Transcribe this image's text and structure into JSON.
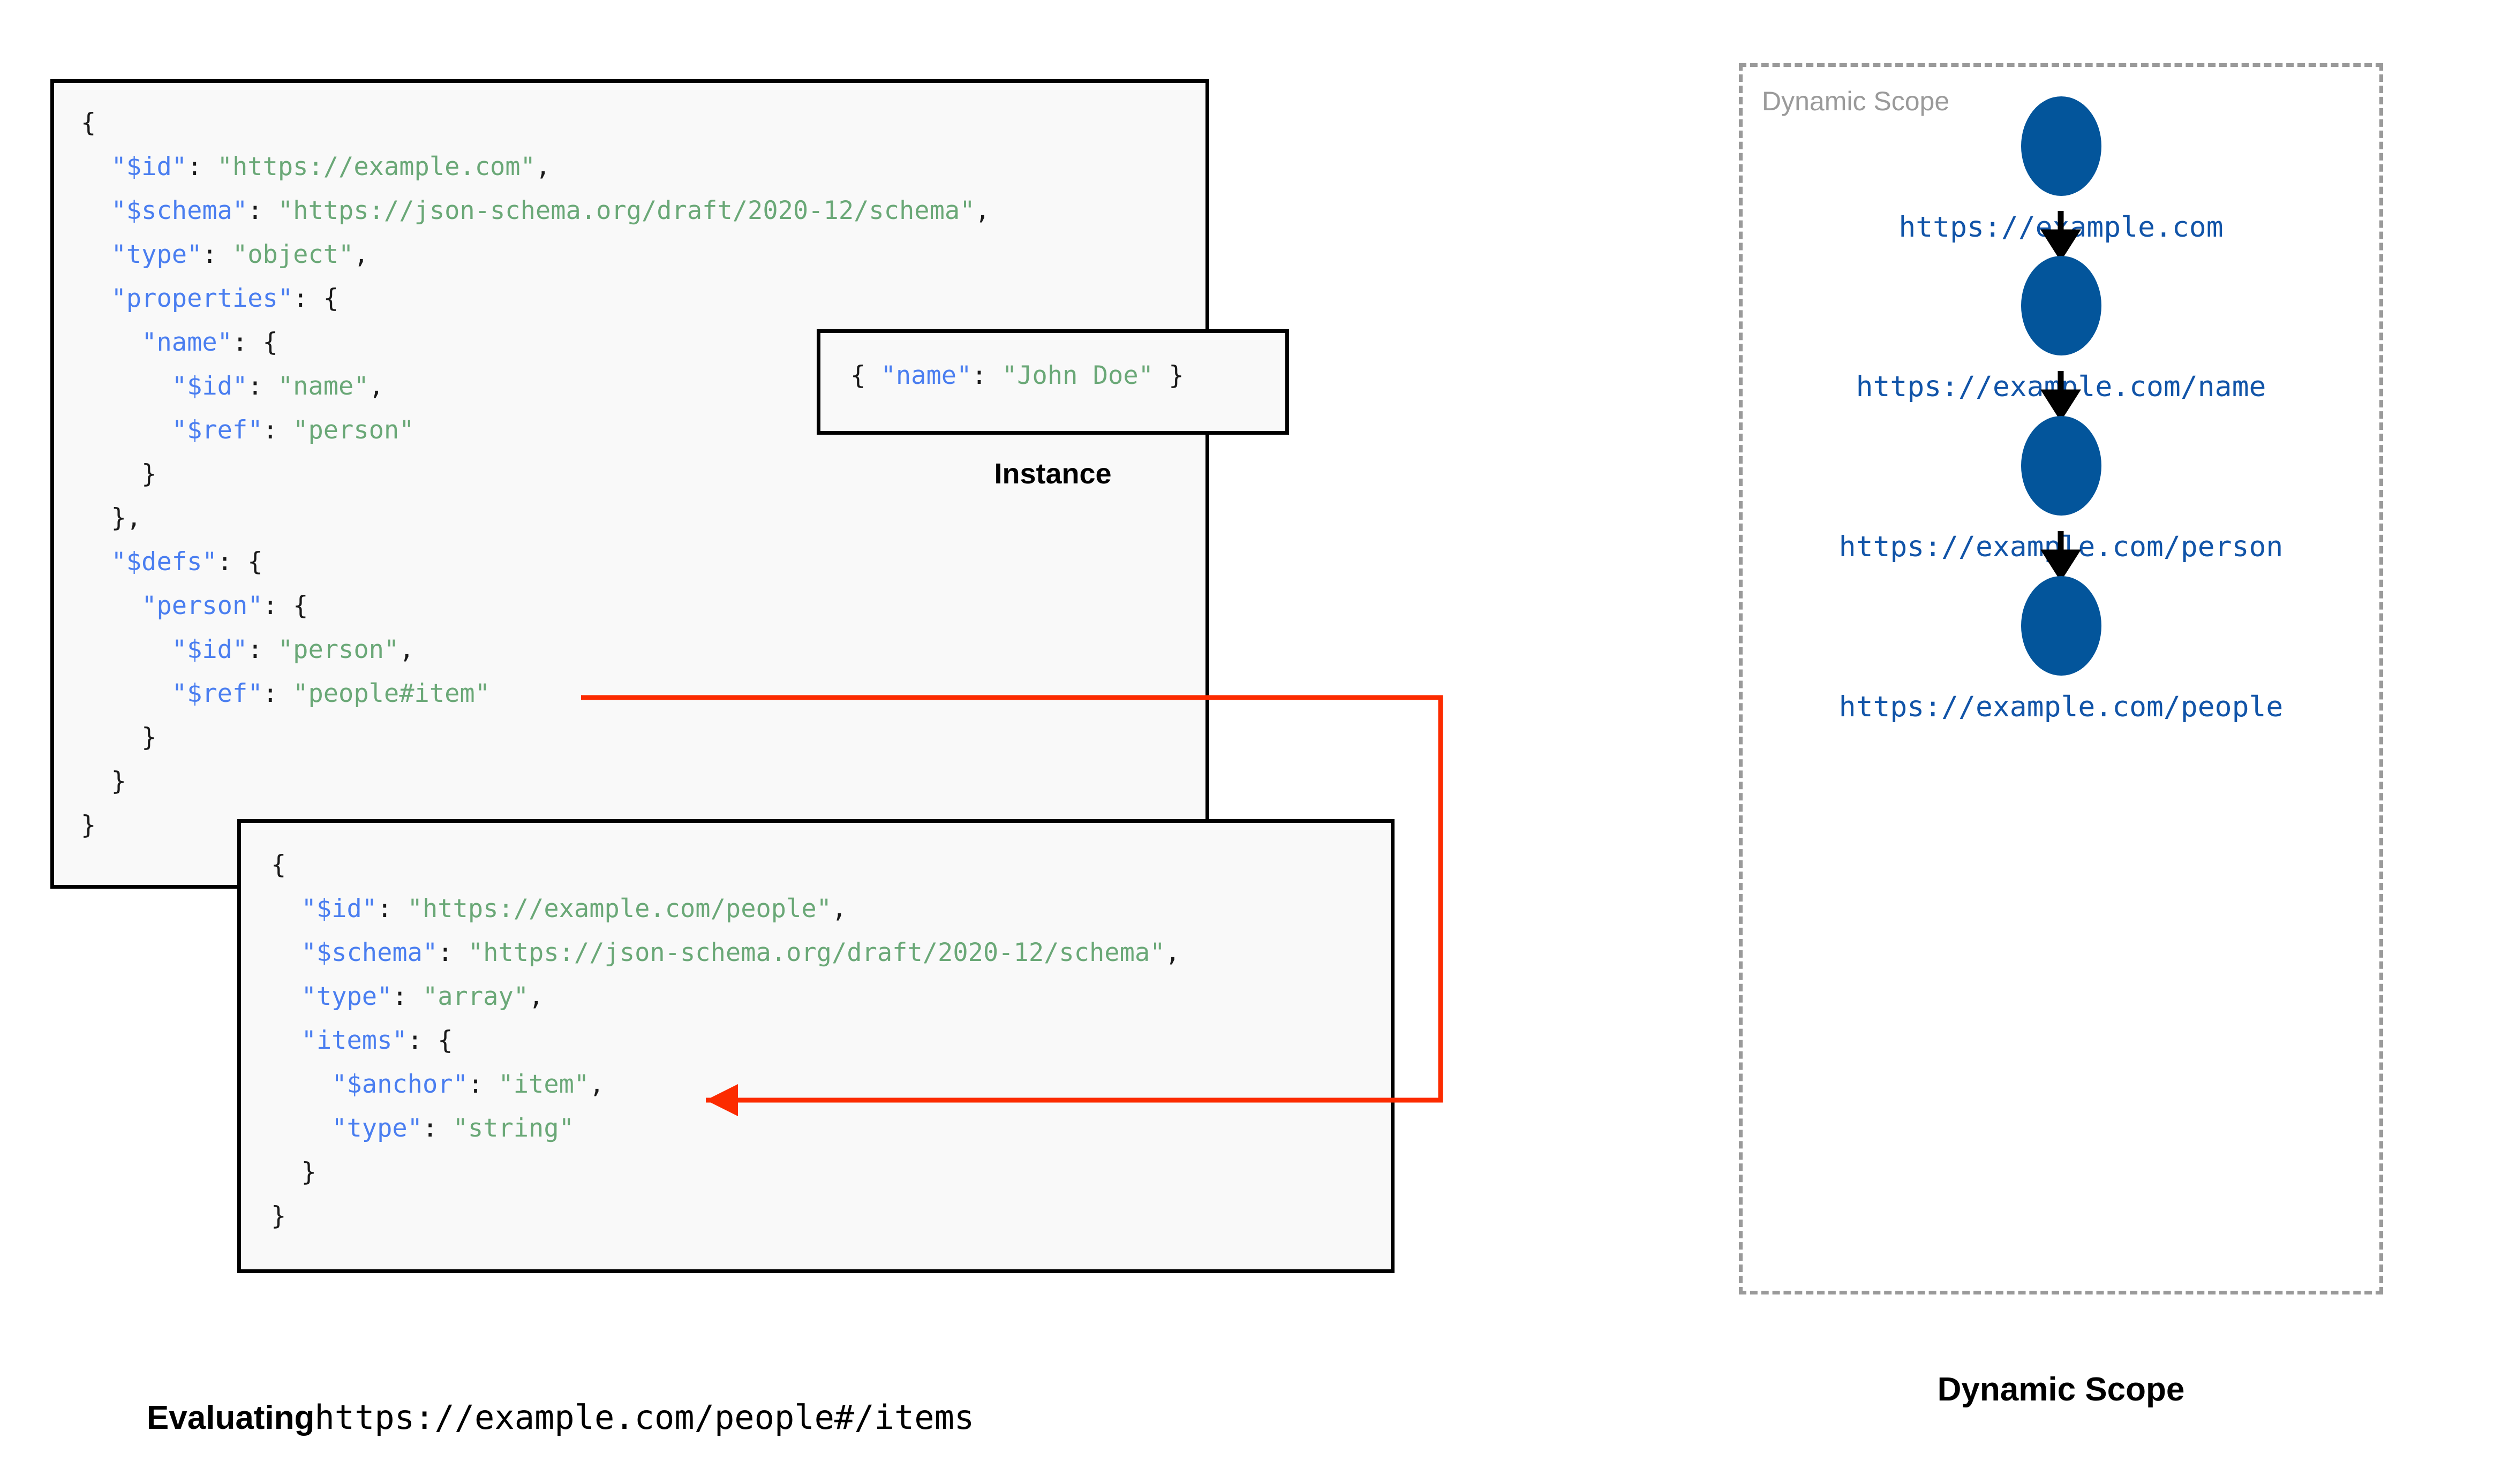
{
  "diagram": {
    "title_left": "Evaluating https://example.com/people#/items",
    "title_right": "Dynamic Scope"
  },
  "schema_box": {
    "name": "root-schema",
    "lines": [
      {
        "indent": 0,
        "parts": [
          {
            "t": "{",
            "c": "p"
          }
        ]
      },
      {
        "indent": 1,
        "parts": [
          {
            "t": "\"$id\"",
            "c": "k"
          },
          {
            "t": ": ",
            "c": "p"
          },
          {
            "t": "\"https://example.com\"",
            "c": "s"
          },
          {
            "t": ",",
            "c": "p"
          }
        ]
      },
      {
        "indent": 1,
        "parts": [
          {
            "t": "\"$schema\"",
            "c": "k"
          },
          {
            "t": ": ",
            "c": "p"
          },
          {
            "t": "\"https://json-schema.org/draft/2020-12/schema\"",
            "c": "s"
          },
          {
            "t": ",",
            "c": "p"
          }
        ]
      },
      {
        "indent": 1,
        "parts": [
          {
            "t": "\"type\"",
            "c": "k"
          },
          {
            "t": ": ",
            "c": "p"
          },
          {
            "t": "\"object\"",
            "c": "s"
          },
          {
            "t": ",",
            "c": "p"
          }
        ]
      },
      {
        "indent": 1,
        "parts": [
          {
            "t": "\"properties\"",
            "c": "k"
          },
          {
            "t": ": {",
            "c": "p"
          }
        ]
      },
      {
        "indent": 2,
        "parts": [
          {
            "t": "\"name\"",
            "c": "k"
          },
          {
            "t": ": {",
            "c": "p"
          }
        ]
      },
      {
        "indent": 3,
        "parts": [
          {
            "t": "\"$id\"",
            "c": "k"
          },
          {
            "t": ": ",
            "c": "p"
          },
          {
            "t": "\"name\"",
            "c": "s"
          },
          {
            "t": ",",
            "c": "p"
          }
        ]
      },
      {
        "indent": 3,
        "parts": [
          {
            "t": "\"$ref\"",
            "c": "k"
          },
          {
            "t": ": ",
            "c": "p"
          },
          {
            "t": "\"person\"",
            "c": "s"
          }
        ]
      },
      {
        "indent": 2,
        "parts": [
          {
            "t": "}",
            "c": "p"
          }
        ]
      },
      {
        "indent": 1,
        "parts": [
          {
            "t": "},",
            "c": "p"
          }
        ]
      },
      {
        "indent": 1,
        "parts": [
          {
            "t": "\"$defs\"",
            "c": "k"
          },
          {
            "t": ": {",
            "c": "p"
          }
        ]
      },
      {
        "indent": 2,
        "parts": [
          {
            "t": "\"person\"",
            "c": "k"
          },
          {
            "t": ": {",
            "c": "p"
          }
        ]
      },
      {
        "indent": 3,
        "parts": [
          {
            "t": "\"$id\"",
            "c": "k"
          },
          {
            "t": ": ",
            "c": "p"
          },
          {
            "t": "\"person\"",
            "c": "s"
          },
          {
            "t": ",",
            "c": "p"
          }
        ]
      },
      {
        "indent": 3,
        "parts": [
          {
            "t": "\"$ref\"",
            "c": "k"
          },
          {
            "t": ": ",
            "c": "p"
          },
          {
            "t": "\"people#item\"",
            "c": "s"
          }
        ]
      },
      {
        "indent": 2,
        "parts": [
          {
            "t": "}",
            "c": "p"
          }
        ]
      },
      {
        "indent": 1,
        "parts": [
          {
            "t": "}",
            "c": "p"
          }
        ]
      },
      {
        "indent": 0,
        "parts": [
          {
            "t": "}",
            "c": "p"
          }
        ]
      }
    ]
  },
  "instance_box": {
    "name": "instance",
    "caption": "Instance",
    "lines": [
      {
        "indent": 0,
        "parts": [
          {
            "t": "{ ",
            "c": "p"
          },
          {
            "t": "\"name\"",
            "c": "k"
          },
          {
            "t": ": ",
            "c": "p"
          },
          {
            "t": "\"John Doe\"",
            "c": "s"
          },
          {
            "t": " }",
            "c": "p"
          }
        ]
      }
    ]
  },
  "people_box": {
    "name": "people-schema",
    "lines": [
      {
        "indent": 0,
        "parts": [
          {
            "t": "{",
            "c": "p"
          }
        ]
      },
      {
        "indent": 1,
        "parts": [
          {
            "t": "\"$id\"",
            "c": "k"
          },
          {
            "t": ": ",
            "c": "p"
          },
          {
            "t": "\"https://example.com/people\"",
            "c": "s"
          },
          {
            "t": ",",
            "c": "p"
          }
        ]
      },
      {
        "indent": 1,
        "parts": [
          {
            "t": "\"$schema\"",
            "c": "k"
          },
          {
            "t": ": ",
            "c": "p"
          },
          {
            "t": "\"https://json-schema.org/draft/2020-12/schema\"",
            "c": "s"
          },
          {
            "t": ",",
            "c": "p"
          }
        ]
      },
      {
        "indent": 1,
        "parts": [
          {
            "t": "\"type\"",
            "c": "k"
          },
          {
            "t": ": ",
            "c": "p"
          },
          {
            "t": "\"array\"",
            "c": "s"
          },
          {
            "t": ",",
            "c": "p"
          }
        ]
      },
      {
        "indent": 1,
        "parts": [
          {
            "t": "\"items\"",
            "c": "k"
          },
          {
            "t": ": {",
            "c": "p"
          }
        ]
      },
      {
        "indent": 2,
        "parts": [
          {
            "t": "\"$anchor\"",
            "c": "k"
          },
          {
            "t": ": ",
            "c": "p"
          },
          {
            "t": "\"item\"",
            "c": "s"
          },
          {
            "t": ",",
            "c": "p"
          }
        ]
      },
      {
        "indent": 2,
        "parts": [
          {
            "t": "\"type\"",
            "c": "k"
          },
          {
            "t": ": ",
            "c": "p"
          },
          {
            "t": "\"string\"",
            "c": "s"
          }
        ]
      },
      {
        "indent": 1,
        "parts": [
          {
            "t": "}",
            "c": "p"
          }
        ]
      },
      {
        "indent": 0,
        "parts": [
          {
            "t": "}",
            "c": "p"
          }
        ]
      }
    ]
  },
  "reference_arrow": {
    "name": "ref-to-anchor-arrow",
    "color": "#fc2b00",
    "from": "\"$ref\": \"people#item\"",
    "to": "\"$anchor\": \"item\""
  },
  "evaluating_caption": {
    "label": "Evaluating",
    "uri": "https://example.com/people#/items"
  },
  "dynamic_scope": {
    "inner_label": "Dynamic Scope",
    "bottom_caption": "Dynamic Scope",
    "node_color": "#03559b",
    "label_color": "#1154a8",
    "border_color": "#9a9a9a",
    "nodes": [
      {
        "uri": "https://example.com"
      },
      {
        "uri": "https://example.com/name"
      },
      {
        "uri": "https://example.com/person"
      },
      {
        "uri": "https://example.com/people"
      }
    ]
  }
}
